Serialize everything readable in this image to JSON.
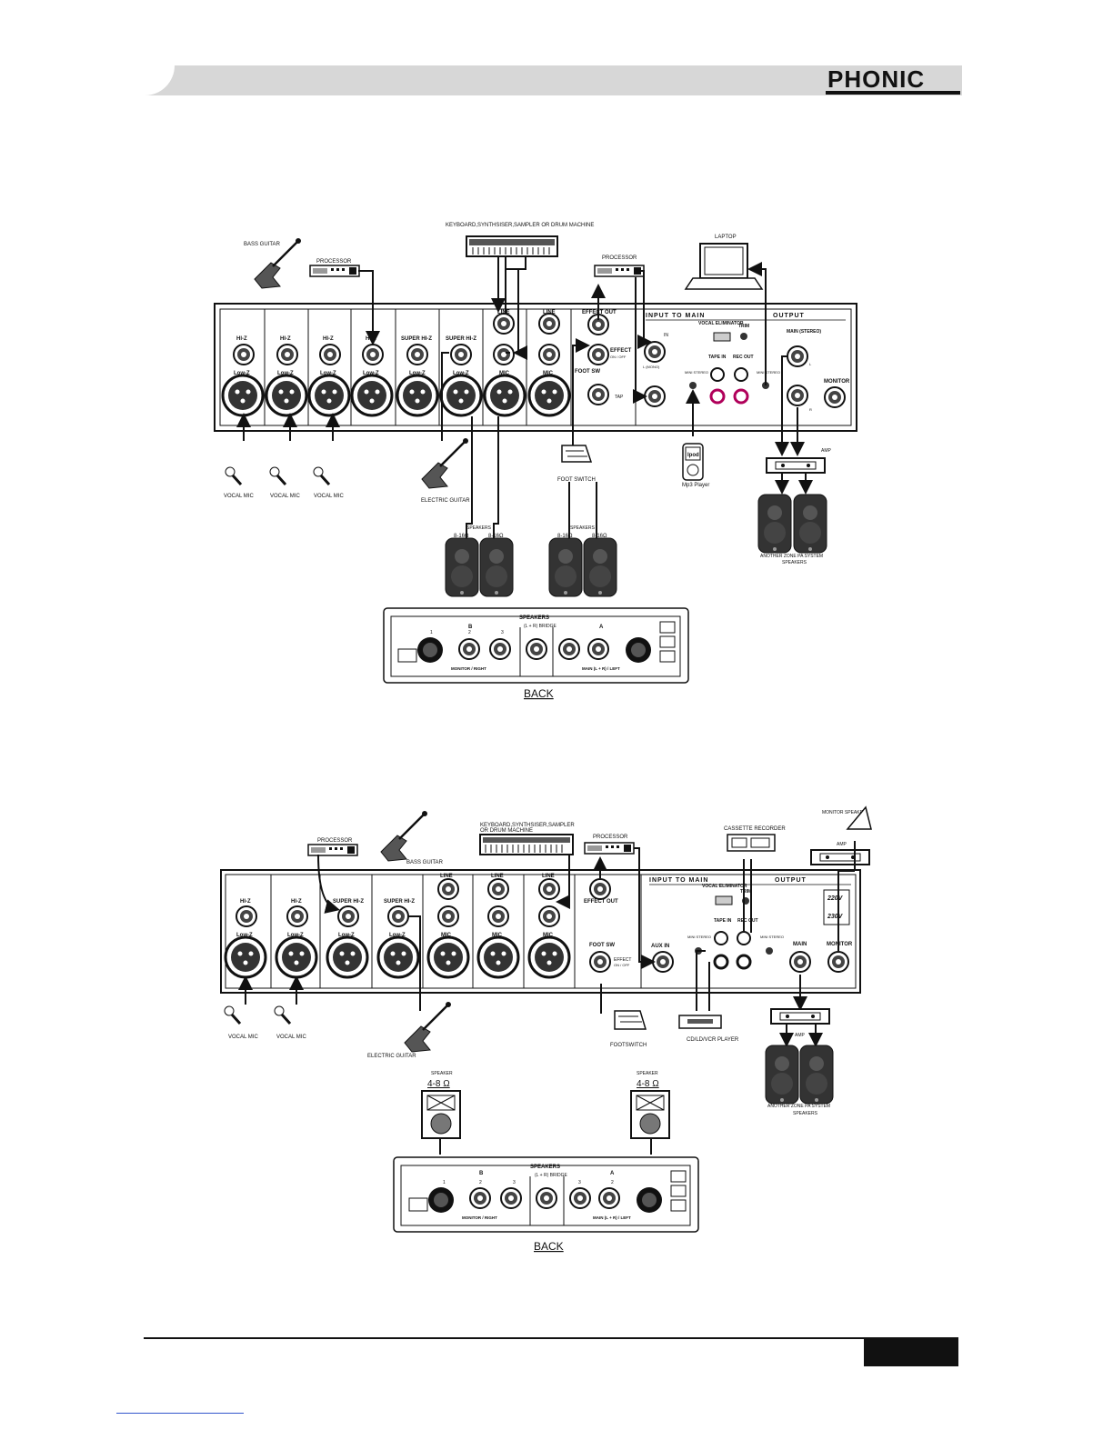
{
  "header": {
    "brand": "PHONIC"
  },
  "diagram1": {
    "top_labels": {
      "bass_guitar": "BASS GUITAR",
      "processor1": "PROCESSOR",
      "keyboard": "KEYBOARD,SYNTHSISER,SAMPLER OR DRUM MACHINE",
      "processor2": "PROCESSOR",
      "laptop": "LAPTOP"
    },
    "channels": [
      {
        "top": "HI-Z",
        "bot": "Low-Z"
      },
      {
        "top": "HI-Z",
        "bot": "Low-Z"
      },
      {
        "top": "HI-Z",
        "bot": "Low-Z"
      },
      {
        "top": "HI-Z",
        "bot": "Low-Z"
      },
      {
        "top": "SUPER HI-Z",
        "bot": "Low-Z"
      },
      {
        "top": "SUPER HI-Z",
        "bot": "Low-Z"
      },
      {
        "top": "LINE",
        "bot": "MIC"
      },
      {
        "top": "LINE",
        "bot": "MIC"
      }
    ],
    "panel": {
      "effect_out": "EFFECT OUT",
      "effect": "EFFECT",
      "on_off": "ON / OFF",
      "foot_sw": "FOOT SW",
      "tap": "TAP",
      "input_to_main": "INPUT TO MAIN",
      "output": "OUTPUT",
      "vocal_eliminator": "VOCAL ELIMINATOR",
      "trim": "TRIM",
      "tape_in": "TAPE IN",
      "rec_out": "REC OUT",
      "mini_stereo": "MINI STEREO",
      "mini_stereo2": "MINI STEREO",
      "main_stereo": "MAIN (STEREO)",
      "monitor": "MONITOR",
      "l": "L",
      "r": "R",
      "in": "IN",
      "l_mono": "L (MONO)"
    },
    "bottom_labels": {
      "vocal_mic_1": "VOCAL MIC",
      "vocal_mic_2": "VOCAL MIC",
      "vocal_mic_3": "VOCAL MIC",
      "electric_guitar": "ELECTRIC GUITAR",
      "foot_switch": "FOOT SWITCH",
      "mp3": "Mp3 Player",
      "ipod": "Ipod",
      "amp": "AMP",
      "zone": "ANOTHER ZONE PA SYSTEM",
      "zone2": "SPEAKERS"
    },
    "speakers": {
      "label1": "SPEAKERS",
      "label2": "SPEAKERS",
      "ohm": "8-16Ω"
    },
    "back_panel": {
      "title": "SPEAKERS",
      "b": "B",
      "a": "A",
      "bridge": "(L + R) BRIDGE",
      "monitor_right": "MONITOR / RIGHT",
      "main_left": "MAIN (L + R) / LEFT",
      "n1": "1",
      "n2": "2",
      "n3": "3"
    },
    "back": "BACK"
  },
  "diagram2": {
    "top_labels": {
      "processor1": "PROCESSOR",
      "bass_guitar": "BASS GUITAR",
      "keyboard": "KEYBOARD,SYNTHSISER,SAMPLER",
      "keyboard2": "OR DRUM MACHINE",
      "processor2": "PROCESSOR",
      "cassette": "CASSETTE RECORDER",
      "monitor_speaker": "MONITOR SPEAKER",
      "amp": "AMP"
    },
    "channels": [
      {
        "top": "HI-Z",
        "bot": "Low-Z"
      },
      {
        "top": "HI-Z",
        "bot": "Low-Z"
      },
      {
        "top": "SUPER HI-Z",
        "bot": "Low-Z"
      },
      {
        "top": "SUPER HI-Z",
        "bot": "Low-Z"
      },
      {
        "top": "LINE",
        "bot": "MIC"
      },
      {
        "top": "LINE",
        "bot": "MIC"
      },
      {
        "top": "LINE",
        "bot": "MIC"
      }
    ],
    "panel": {
      "effect_out": "EFFECT OUT",
      "foot_sw": "FOOT SW",
      "effect": "EFFECT",
      "on_off": "ON / OFF",
      "input_to_main": "INPUT TO MAIN",
      "output": "OUTPUT",
      "aux_in": "AUX IN",
      "vocal_eliminator": "VOCAL ELIMINATOR",
      "trim": "TRIM",
      "tape_in": "TAPE IN",
      "rec_out": "REC OUT",
      "mini_stereo": "MINI STEREO",
      "mini_stereo2": "MINI STEREO",
      "main": "MAIN",
      "monitor": "MONITOR",
      "v1": "220V",
      "v2": "230V"
    },
    "bottom_labels": {
      "vocal_mic_1": "VOCAL MIC",
      "vocal_mic_2": "VOCAL MIC",
      "electric_guitar": "ELECTRIC GUITAR",
      "footswitch": "FOOTSWITCH",
      "cd_player": "CD/LD/VCR PLAYER",
      "amp": "AMP",
      "zone": "ANOTHER ZONE PA SYSTEM",
      "zone2": "SPEAKERS"
    },
    "speakers": {
      "label1": "SPEAKER",
      "label2": "SPEAKER",
      "ohm": "4-8 Ω"
    },
    "back_panel": {
      "title": "SPEAKERS",
      "b": "B",
      "a": "A",
      "bridge": "(L + R) BRIDGE",
      "monitor_right": "MONITOR / RIGHT",
      "main_left": "MAIN (L + R) / LEFT",
      "n1": "1",
      "n2": "2",
      "n3": "3"
    },
    "back": "BACK"
  },
  "colors": {
    "panel": "#ffffff",
    "line": "#111111",
    "header_bar": "#d7d7d7"
  }
}
